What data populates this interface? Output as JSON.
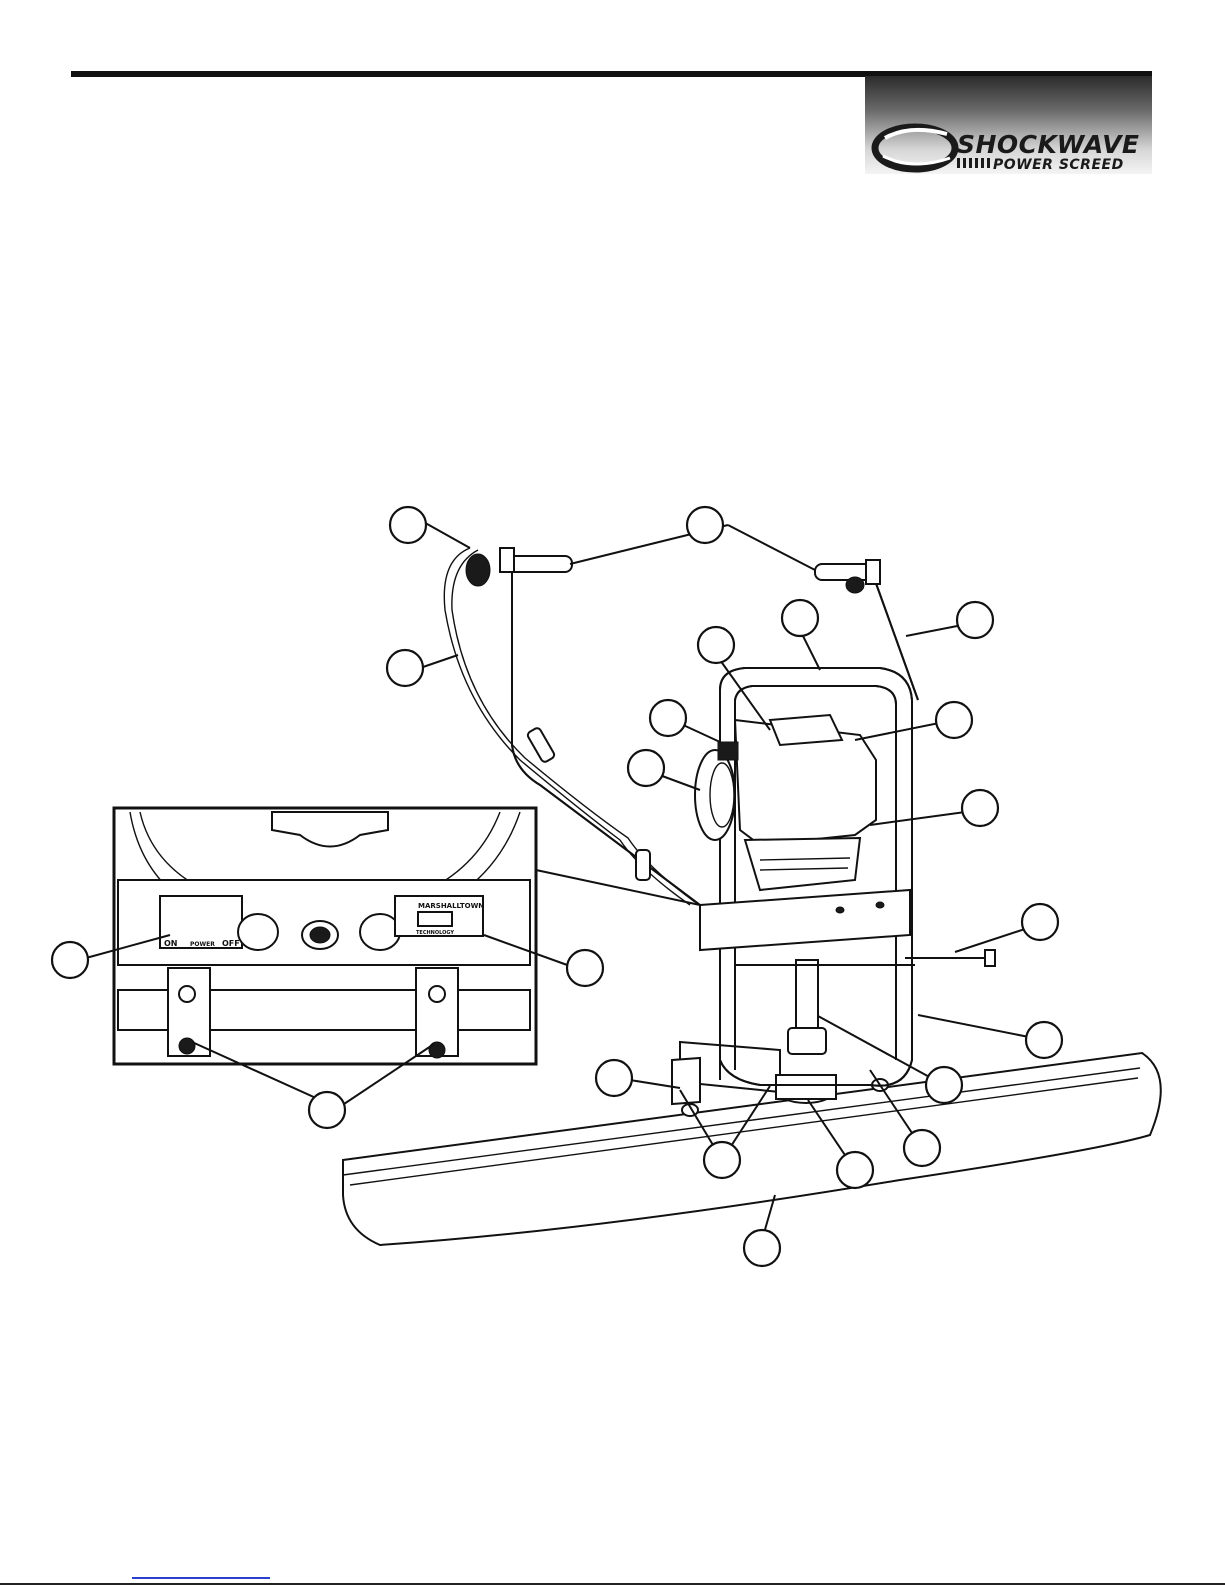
{
  "logo": {
    "word_main": "SHOCKWAVE",
    "word_sub": "POWER SCREED",
    "panel_brand": "MARSHALLTOWN",
    "panel_meter_label": "TECHNOLOGY",
    "switch_on": "ON",
    "switch_mid": "POWER",
    "switch_off": "OFF"
  },
  "colors": {
    "ink": "#111111",
    "footer_link": "#2a3fd0"
  }
}
